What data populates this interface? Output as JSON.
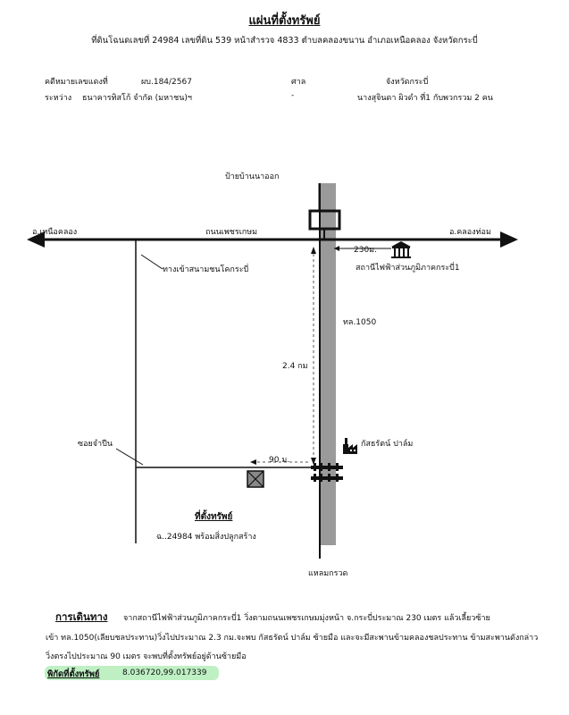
{
  "header": {
    "title": "แผ่นที่ตั้งทรัพย์",
    "subtitle": "ที่ดินโฉนดเลขที่ 24984 เลขที่ดิน 539 หน้าสำรวจ 4833 ตำบลคลองขนาน อำเภอเหนือคลอง จังหวัดกระบี่"
  },
  "case": {
    "case_label": "คดีหมายเลขแดงที่",
    "case_number": "ผบ.184/2567",
    "court_label": "ศาล",
    "court_name": "จังหวัดกระบี่",
    "between_label": "ระหว่าง",
    "plaintiff": "ธนาคารทิสโก้ จำกัด (มหาชน)ฯ",
    "dash": "-",
    "defendant": "นางสุจินดา ผิวดำ ที่1 กับพวกรวม 2 คน"
  },
  "map": {
    "left_direction": "อ.เหนือคลอง",
    "right_direction": "อ.คลองท่อม",
    "main_road": "ถนนเพชรเกษม",
    "signpost": "ป้ายบ้านนาออก",
    "distance_230": "230ม.",
    "power_station": "สถานีไฟฟ้าส่วนภูมิภาคกระบี่1",
    "stadium_road": "ทางเข้าสนามชนโคกระบี่",
    "canal_road": "ทล.1050",
    "distance_2_4": "2.4 กม",
    "palm_factory": "กัสธรัตน์ ปาล์ม",
    "soi": "ซอยจำปีน",
    "distance_90": "90 ม.",
    "property_label": "ที่ตั้งทรัพย์",
    "property_desc": "ฉ..24984 พร้อมสิ่งปลูกสร้าง",
    "south_direction": "แหลมกรวด"
  },
  "directions": {
    "heading": "การเดินทาง",
    "line1": "จากสถานีไฟฟ้าส่วนภูมิภาคกระบี่1 วิ่งตามถนนเพชรเกษมมุ่งหน้า จ.กระบี่ประมาณ 230 เมตร แล้วเลี้ยวซ้าย",
    "line2": "เข้า ทล.1050(เลียบชลประทาน)วิ่งไปประมาณ 2.3 กม.จะพบ กัสธรัตน์ ปาล์ม ซ้ายมือ และจะมีสะพานข้ามคลองชลประทาน ข้ามสะพานดังกล่าว",
    "line3": "วิ่งตรงไปประมาณ 90 เมตร จะพบที่ตั้งทรัพย์อยู่ด้านซ้ายมือ"
  },
  "coordinates": {
    "label": "พิกัดที่ตั้งทรัพย์",
    "value": "8.036720,99.017339"
  },
  "colors": {
    "road": "#111111",
    "canal": "#9a9a9a",
    "property_fill": "#888888",
    "highlight": "#bff0c4"
  }
}
